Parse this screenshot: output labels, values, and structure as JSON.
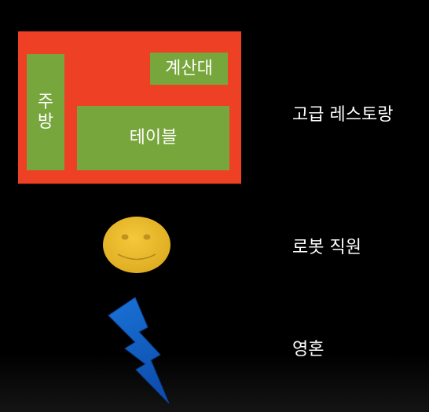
{
  "restaurant": {
    "rooms": {
      "kitchen": "주방",
      "counter": "계산대",
      "table": "테이블"
    },
    "caption": "고급 레스토랑",
    "colors": {
      "floor": "#ee4025",
      "room": "#77a63c"
    }
  },
  "robot": {
    "icon": "smiley-face-icon",
    "caption": "로봇 직원",
    "color": "#ecbc2e"
  },
  "soul": {
    "icon": "lightning-bolt-icon",
    "caption": "영혼",
    "color": "#1565c8"
  }
}
